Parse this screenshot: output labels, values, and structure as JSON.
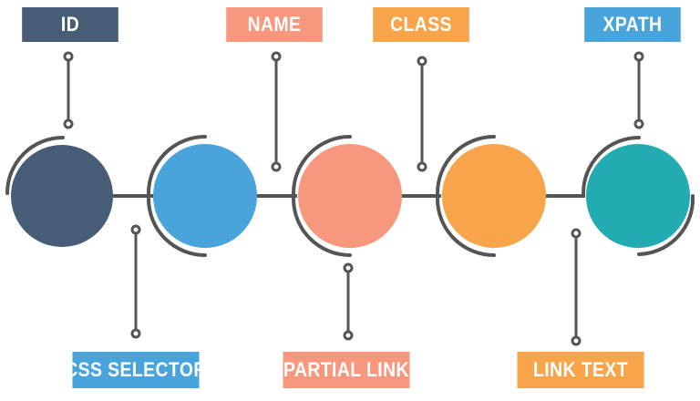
{
  "labels": {
    "id": "ID",
    "name": "NAME",
    "class": "CLASS",
    "xpath": "XPATH",
    "css_selector": "CSS SELECTOR",
    "partial_link": "PARTIAL LINK",
    "link_text": "LINK TEXT"
  },
  "colors": {
    "id": "#475C75",
    "name": "#F7977E",
    "class": "#F7A44A",
    "xpath": "#48A4DA",
    "css_selector": "#48A4DA",
    "partial_link": "#F7977E",
    "link_text": "#F7A44A",
    "circle_1": "#475C75",
    "circle_2": "#48A4DA",
    "circle_3": "#F7977E",
    "circle_4": "#F7A44A",
    "circle_5": "#22ABB1",
    "stroke": "#555555"
  }
}
